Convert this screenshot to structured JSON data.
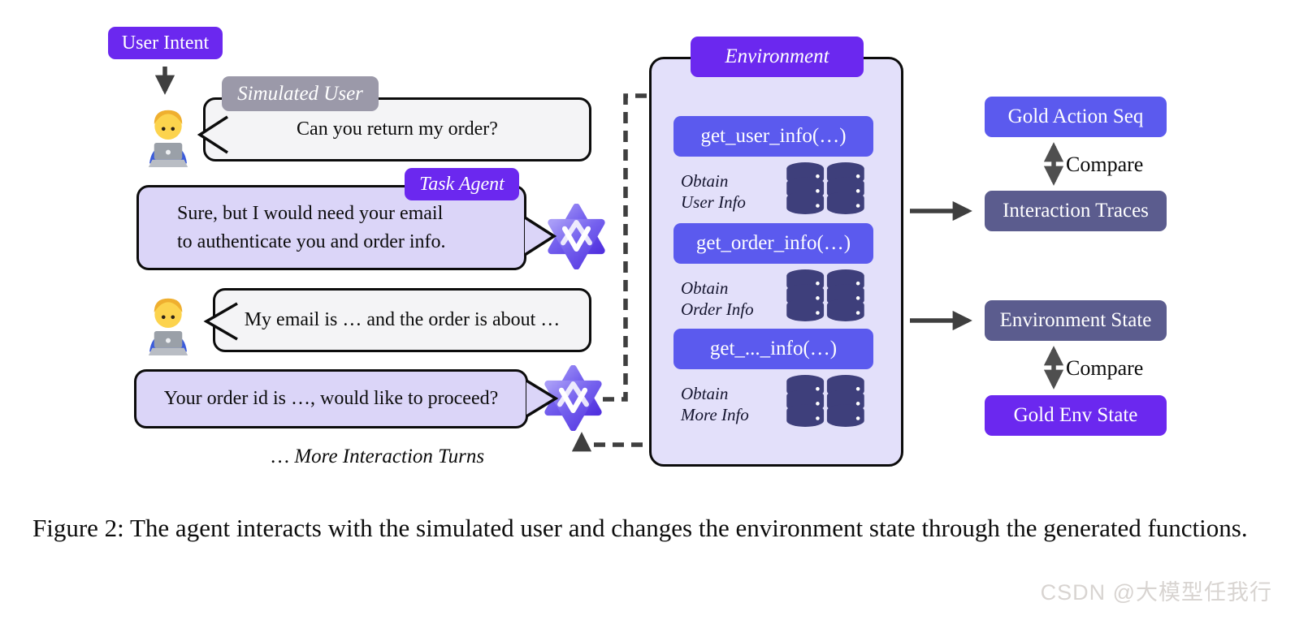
{
  "left": {
    "user_intent_label": "User Intent",
    "simulated_user_label": "Simulated User",
    "task_agent_label": "Task Agent",
    "bubbles": [
      {
        "speaker": "simulated-user",
        "text": "Can you return my order?"
      },
      {
        "speaker": "task-agent",
        "lines": [
          "Sure, but I would need your email",
          "to authenticate you and order info."
        ]
      },
      {
        "speaker": "simulated-user",
        "text": "My email is … and the order is about …"
      },
      {
        "speaker": "task-agent",
        "text": "Your order id is …, would like to proceed?"
      }
    ],
    "more_turns_label": "… More Interaction Turns"
  },
  "environment": {
    "title": "Environment",
    "functions": [
      "get_user_info(…)",
      "get_order_info(…)",
      "get_..._info(…)"
    ],
    "annotations": [
      [
        "Obtain",
        "User Info"
      ],
      [
        "Obtain",
        "Order Info"
      ],
      [
        "Obtain",
        "More Info"
      ]
    ],
    "icons": [
      "database-icon",
      "database-icon",
      "database-icon"
    ]
  },
  "right": {
    "gold_action_seq": "Gold Action Seq",
    "compare_label": "Compare",
    "interaction_traces": "Interaction Traces",
    "environment_state": "Environment State",
    "gold_env_state": "Gold Env State"
  },
  "caption": {
    "text": "Figure 2: The agent interacts with the simulated user and changes the environment state through the generated functions."
  },
  "watermark": {
    "text": "CSDN @大模型任我行"
  },
  "palette": {
    "accent_purple": "#6B28EF",
    "function_blue": "#5B5AEE",
    "slate_box": "#5B5C8E",
    "gray_badge": "#9B99A9",
    "env_background": "#E3E0FA",
    "agent_bubble": "#DBD5F8",
    "user_bubble": "#F4F4F6",
    "database_indigo": "#3E3F7B",
    "arrow_dark": "#3F3F3F"
  }
}
